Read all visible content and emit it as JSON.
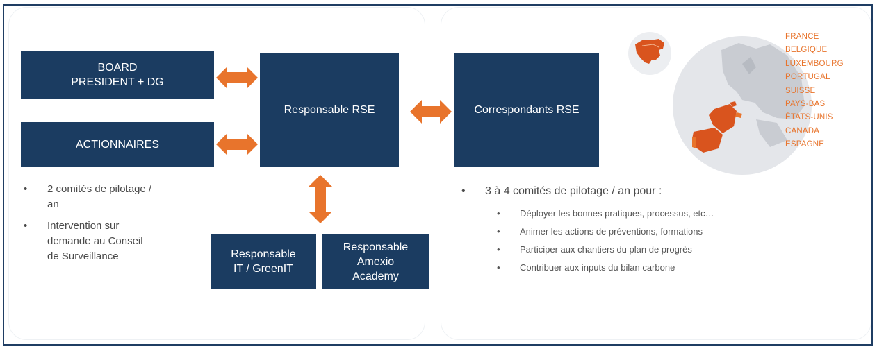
{
  "boxes": {
    "board": "BOARD\nPRESIDENT + DG",
    "actionnaires": "ACTIONNAIRES",
    "responsable_rse": "Responsable RSE",
    "correspondants_rse": "Correspondants RSE",
    "responsable_it": "Responsable\nIT / GreenIT",
    "responsable_academy": "Responsable\nAmexio\nAcademy"
  },
  "left_bullets": [
    "2 comités de pilotage /\nan",
    "Intervention sur\ndemande au Conseil\nde Surveillance"
  ],
  "right_main_bullet": "3 à 4 comités de pilotage / an pour :",
  "right_sub_bullets": [
    "Déployer les bonnes pratiques, processus, etc…",
    "Animer les actions de préventions, formations",
    "Participer aux chantiers du plan de progrès",
    "Contribuer aux inputs du bilan carbone"
  ],
  "countries": [
    "FRANCE",
    "BELGIQUE",
    "LUXEMBOURG",
    "PORTUGAL",
    "SUISSE",
    "PAYS-BAS",
    "ÉTATS-UNIS",
    "CANADA",
    "ESPAGNE"
  ],
  "colors": {
    "box_fill": "#1b3c61",
    "arrow_fill": "#e8742c",
    "country_text": "#e8742c",
    "map_land": "#c9ccd2",
    "map_highlight": "#d9541e"
  },
  "icons": {
    "bidirectional_arrow": "double-arrow-icon",
    "europe_map": "europe-map-icon",
    "north_america_map": "north-america-map-icon"
  }
}
